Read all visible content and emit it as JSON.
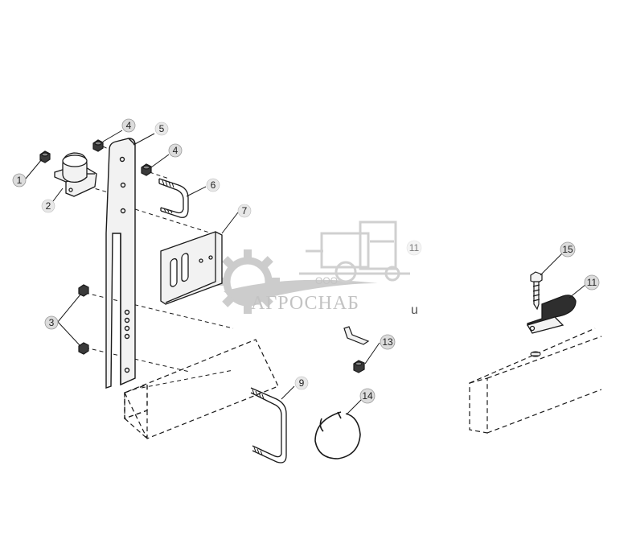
{
  "callouts": [
    {
      "id": "c1",
      "label": "1"
    },
    {
      "id": "c2",
      "label": "2"
    },
    {
      "id": "c3",
      "label": "3"
    },
    {
      "id": "c4a",
      "label": "4"
    },
    {
      "id": "c4b",
      "label": "4"
    },
    {
      "id": "c5",
      "label": "5"
    },
    {
      "id": "c6",
      "label": "6"
    },
    {
      "id": "c7",
      "label": "7"
    },
    {
      "id": "c9",
      "label": "9"
    },
    {
      "id": "c11a",
      "label": "11"
    },
    {
      "id": "c11b",
      "label": "11"
    },
    {
      "id": "c13",
      "label": "13"
    },
    {
      "id": "c14",
      "label": "14"
    },
    {
      "id": "c15",
      "label": "15"
    }
  ],
  "watermark": {
    "company_prefix": "ООО",
    "company_name": "АГРОСНАБ",
    "stray_glyph": "u"
  },
  "colors": {
    "line": "#1a1a1a",
    "part_fill": "#f2f2f2",
    "dark_fill": "#3a3a3a",
    "callout_fill": "#dcdcdc",
    "watermark": "#c4c4c4"
  }
}
